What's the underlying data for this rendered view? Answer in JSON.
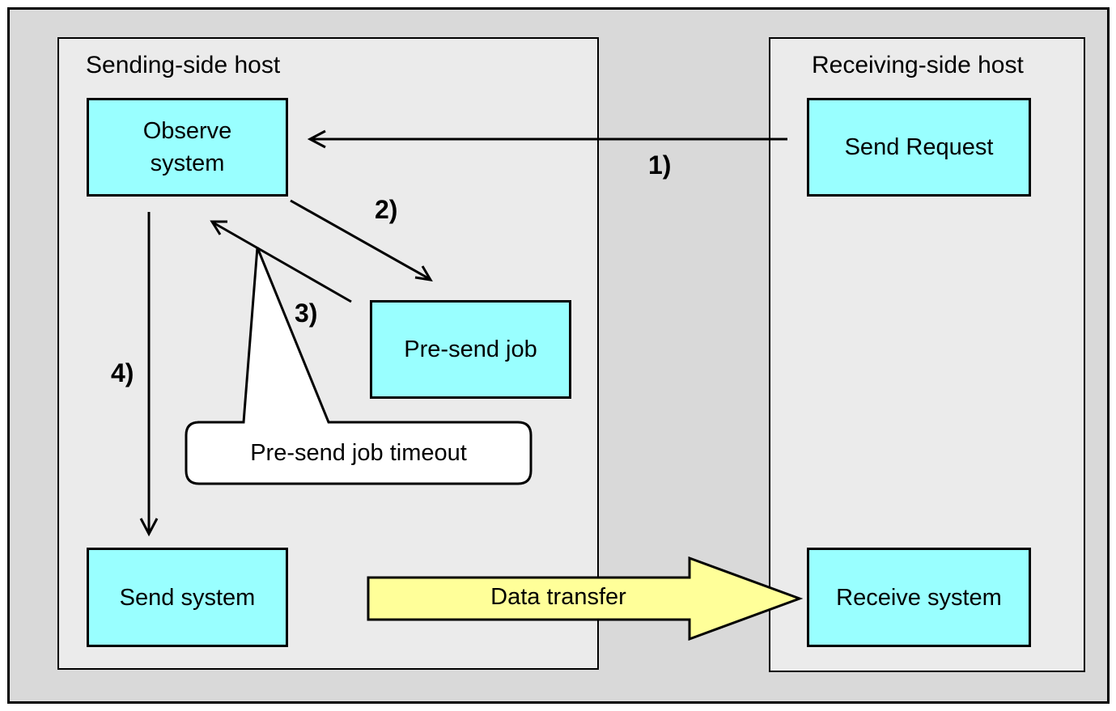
{
  "sending_host": {
    "title": "Sending-side host"
  },
  "receiving_host": {
    "title": "Receiving-side host"
  },
  "boxes": {
    "observe_system": "Observe\nsystem",
    "pre_send_job": "Pre-send job",
    "send_system": "Send system",
    "send_request": "Send Request",
    "receive_system": "Receive system"
  },
  "callout": {
    "text": "Pre-send job timeout"
  },
  "data_transfer": {
    "label": "Data transfer"
  },
  "steps": {
    "s1": "1)",
    "s2": "2)",
    "s3": "3)",
    "s4": "4)"
  },
  "colors": {
    "box_fill": "#99ffff",
    "transfer_fill": "#ffff99",
    "host_fill": "#ebebeb",
    "outer_fill": "#d9d9d9"
  }
}
